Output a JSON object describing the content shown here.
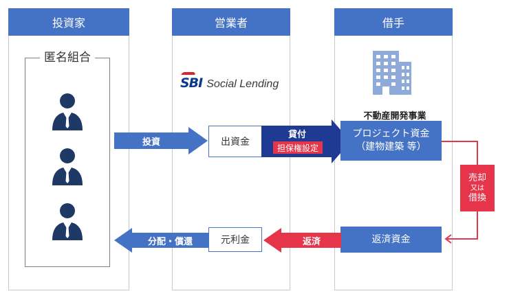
{
  "columns": {
    "investor": "投資家",
    "operator": "営業者",
    "borrower": "借手"
  },
  "anonymous_partnership": "匿名組合",
  "logo": {
    "mark": "SBI",
    "text": "Social Lending"
  },
  "building_caption": "不動産開発事業",
  "flows": {
    "investment": "投資",
    "capital": "出資金",
    "loan": "貸付",
    "collateral": "担保権設定",
    "project_funds_line1": "プロジェクト資金",
    "project_funds_line2": "（建物建築 等）",
    "sale_line1": "売却",
    "sale_or": "又は",
    "sale_line2": "借換",
    "repayment_funds": "返済資金",
    "repayment": "返済",
    "principal_interest": "元利金",
    "distribution": "分配・償還"
  },
  "colors": {
    "blue": "#4472c4",
    "navy": "#1f3a93",
    "red": "#e6344a",
    "icon_navy": "#1f3864",
    "building": "#8eaadb"
  }
}
